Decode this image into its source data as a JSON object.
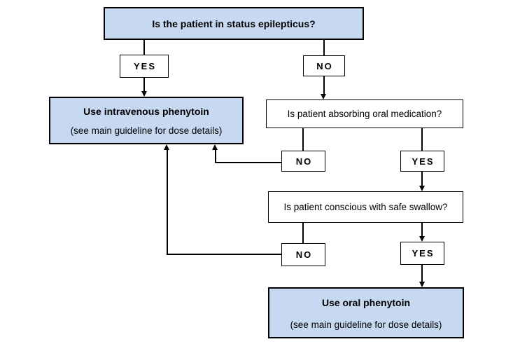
{
  "colors": {
    "action_box_fill": "#C6D9F1",
    "box_border": "#000000",
    "connector": "#000000",
    "background": "#FFFFFF"
  },
  "flowchart": {
    "start_question": "Is the patient in status epilepticus?",
    "status_yes_label": "YES",
    "status_no_label": "NO",
    "iv_action_title": "Use intravenous phenytoin",
    "iv_action_note": "(see main guideline for dose details)",
    "absorbing_question": "Is patient absorbing oral medication?",
    "absorbing_no_label": "NO",
    "absorbing_yes_label": "YES",
    "swallow_question": "Is patient conscious with safe swallow?",
    "swallow_no_label": "NO",
    "swallow_yes_label": "YES",
    "oral_action_title": "Use oral phenytoin",
    "oral_action_note": "(see main guideline for dose details)"
  },
  "edges": [
    {
      "from": "start-question",
      "to": "status-yes",
      "arrowhead": false
    },
    {
      "from": "start-question",
      "to": "status-no",
      "arrowhead": false
    },
    {
      "from": "status-yes",
      "to": "iv-action",
      "arrowhead": true
    },
    {
      "from": "status-no",
      "to": "absorbing-question",
      "arrowhead": true
    },
    {
      "from": "absorbing-question",
      "to": "absorbing-no",
      "arrowhead": false
    },
    {
      "from": "absorbing-question",
      "to": "absorbing-yes",
      "arrowhead": false
    },
    {
      "from": "absorbing-no",
      "to": "iv-action",
      "arrowhead": true
    },
    {
      "from": "absorbing-yes",
      "to": "swallow-question",
      "arrowhead": true
    },
    {
      "from": "swallow-question",
      "to": "swallow-no",
      "arrowhead": false
    },
    {
      "from": "swallow-question",
      "to": "swallow-yes",
      "arrowhead": true
    },
    {
      "from": "swallow-no",
      "to": "iv-action",
      "arrowhead": true
    },
    {
      "from": "swallow-yes",
      "to": "oral-action",
      "arrowhead": true
    }
  ]
}
